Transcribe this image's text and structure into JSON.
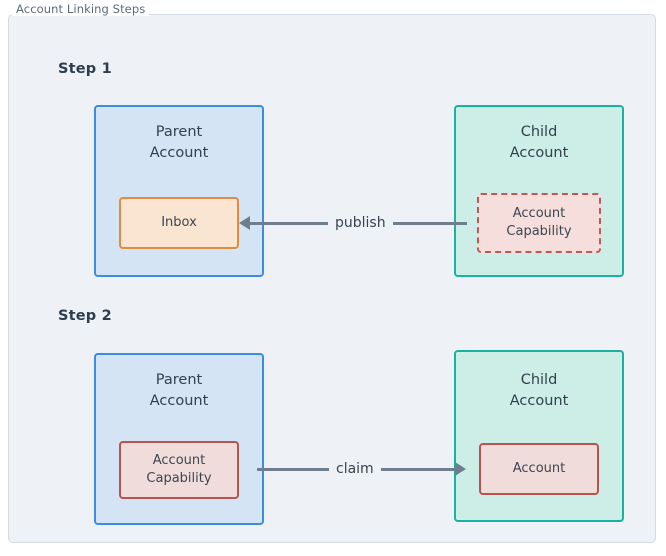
{
  "frame": {
    "title": "Account Linking Steps",
    "border_color": "#d3dae2",
    "background": "#eef1f5"
  },
  "steps": [
    {
      "label": "Step 1",
      "left_node": {
        "title": "Parent\nAccount",
        "title_line1": "Parent",
        "title_line2": "Account",
        "fill": "#d5e4f5",
        "border": "#3b8ede",
        "inner": {
          "label": "Inbox",
          "fill": "#fae5d3",
          "border": "#e08b3e",
          "border_style": "solid"
        }
      },
      "right_node": {
        "title_line1": "Child",
        "title_line2": "Account",
        "fill": "#cdeee7",
        "border": "#19b2a0",
        "inner": {
          "label_line1": "Account",
          "label_line2": "Capability",
          "fill": "#f6dedd",
          "border": "#bc5a56",
          "border_style": "dashed"
        }
      },
      "arrow": {
        "label": "publish",
        "direction": "left",
        "color": "#6f7e8f"
      }
    },
    {
      "label": "Step 2",
      "left_node": {
        "title_line1": "Parent",
        "title_line2": "Account",
        "fill": "#d5e4f5",
        "border": "#3b8ede",
        "inner": {
          "label_line1": "Account",
          "label_line2": "Capability",
          "fill": "#f0dcdb",
          "border": "#b85450",
          "border_style": "solid"
        }
      },
      "right_node": {
        "title_line1": "Child",
        "title_line2": "Account",
        "fill": "#cdeee7",
        "border": "#19b2a0",
        "inner": {
          "label": "Account",
          "fill": "#f0dcdb",
          "border": "#b85450",
          "border_style": "solid"
        }
      },
      "arrow": {
        "label": "claim",
        "direction": "right",
        "color": "#6f7e8f"
      }
    }
  ]
}
